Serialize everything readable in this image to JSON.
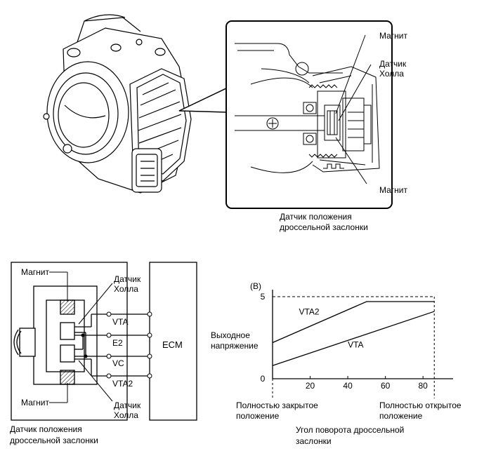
{
  "top_illustration": {
    "callout_magnet_top": "Магнит",
    "callout_hall_line1": "Датчик",
    "callout_hall_line2": "Холла",
    "callout_magnet_bottom": "Магнит",
    "caption_line1": "Датчик положения",
    "caption_line2": "дроссельной заслонки"
  },
  "circuit": {
    "magnet_top": "Магнит",
    "magnet_bottom": "Магнит",
    "hall_top_line1": "Датчик",
    "hall_top_line2": "Холла",
    "hall_bottom_line1": "Датчик",
    "hall_bottom_line2": "Холла",
    "pins": [
      "VTA",
      "E2",
      "VC",
      "VTA2"
    ],
    "ecm_label": "ECM",
    "caption_line1": "Датчик положения",
    "caption_line2": "дроссельной заслонки"
  },
  "chart_data": {
    "type": "line",
    "tag": "(B)",
    "ylabel_line1": "Выходное",
    "ylabel_line2": "напряжение",
    "xlabel_line1": "Угол поворота дроссельной",
    "xlabel_line2": "заслонки",
    "xlim": [
      0,
      96
    ],
    "ylim": [
      0,
      5
    ],
    "x_ticks": [
      20,
      40,
      60,
      80
    ],
    "y_ticks": [
      0,
      5
    ],
    "x_tick_labels": [
      "20",
      "40",
      "60",
      "80"
    ],
    "y_tick_labels": [
      "0",
      "5"
    ],
    "closed_label_line1": "Полностью закрытое",
    "closed_label_line2": "положение",
    "open_label_line1": "Полностью открытое",
    "open_label_line2": "положение",
    "closed_x": 0,
    "open_x": 86,
    "series": [
      {
        "name": "VTA2",
        "x": [
          0,
          50,
          86
        ],
        "y": [
          2.2,
          4.7,
          4.7
        ]
      },
      {
        "name": "VTA",
        "x": [
          0,
          86
        ],
        "y": [
          0.8,
          4.1
        ]
      }
    ]
  }
}
